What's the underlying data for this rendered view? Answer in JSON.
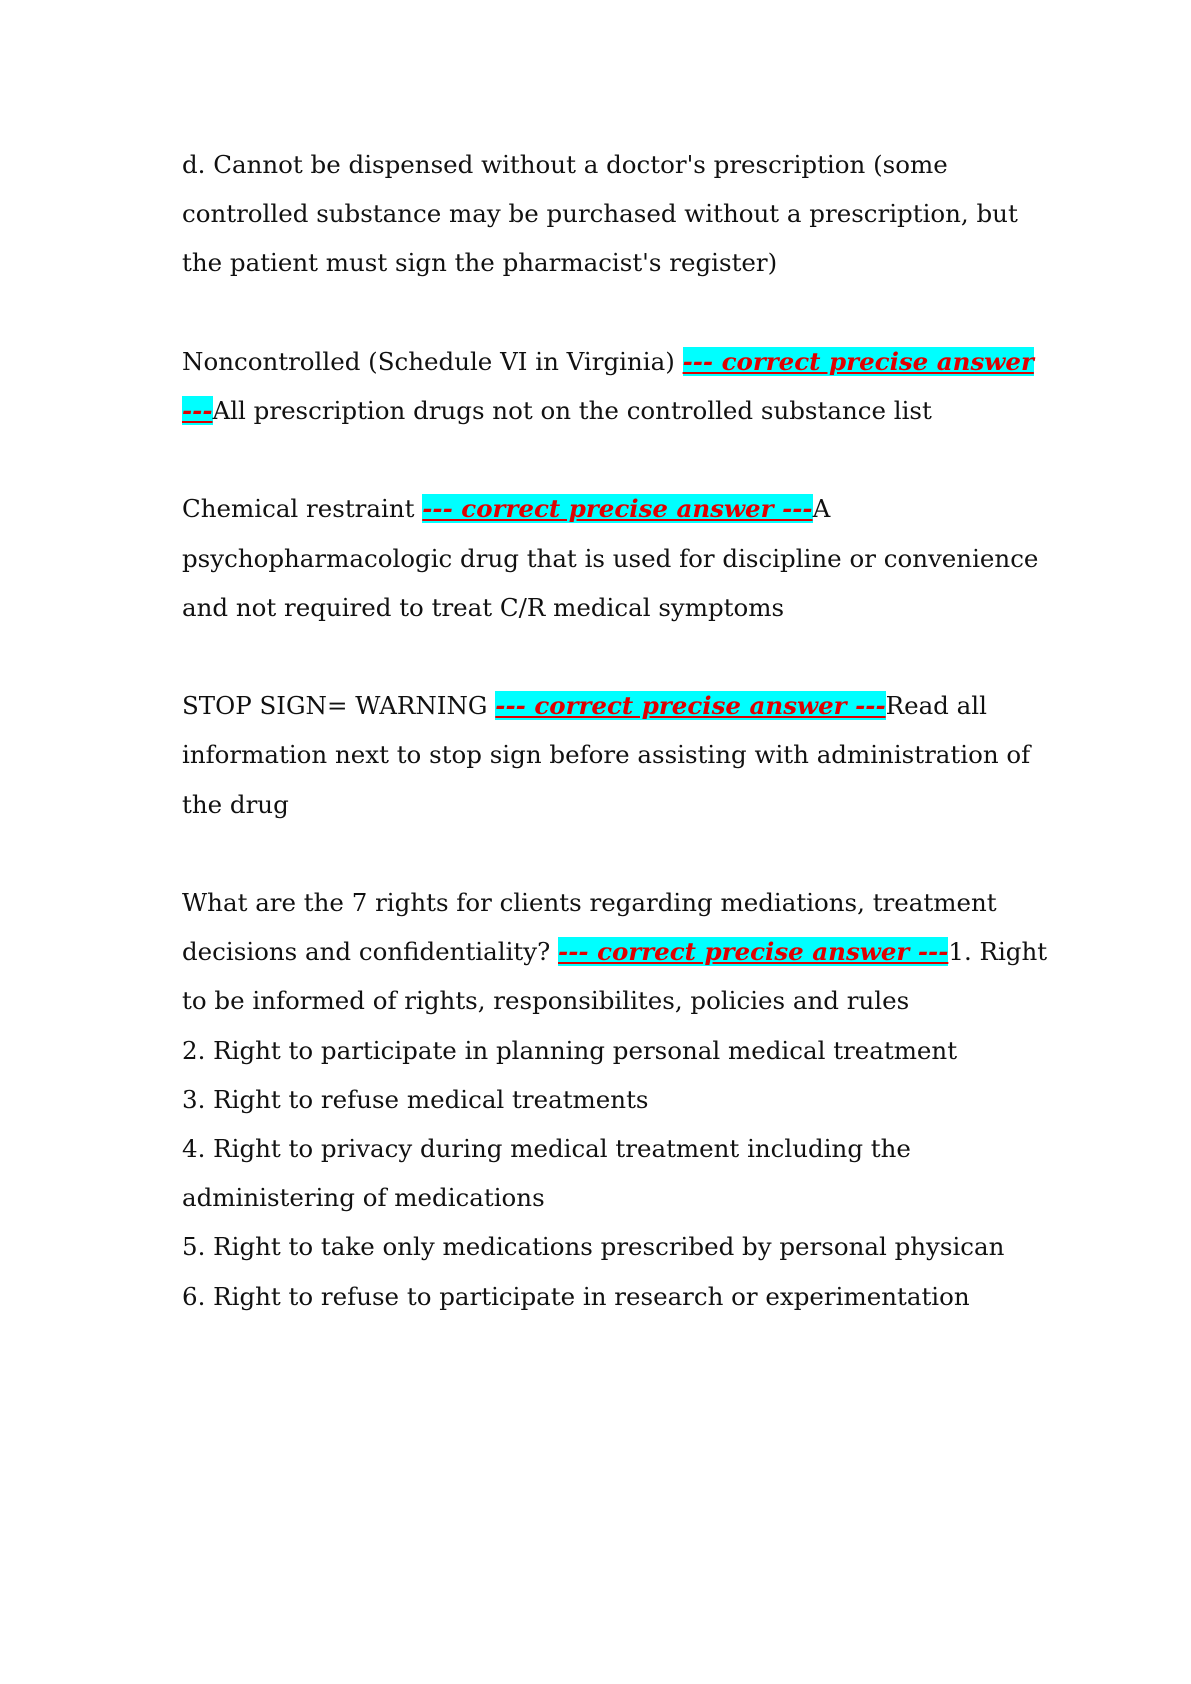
{
  "blocks": [
    {
      "question": "",
      "answer_marker": "",
      "answer": "d. Cannot be dispensed without a doctor's prescription (some controlled substance may be purchased without a prescription, but the patient must sign the pharmacist's register)"
    },
    {
      "question": "Noncontrolled (Schedule VI in Virginia) ",
      "answer_marker": "--- correct precise answer ---",
      "answer": "All prescription drugs not on the controlled substance list"
    },
    {
      "question": "Chemical restraint ",
      "answer_marker": "--- correct precise answer ---",
      "answer": "A psychopharmacologic drug that is used for discipline or convenience and not required to treat C/R medical symptoms"
    },
    {
      "question": "STOP SIGN= WARNING ",
      "answer_marker": "--- correct precise answer ---",
      "answer": "Read all information next to stop sign before assisting with administration of the drug"
    },
    {
      "question": "What are the 7 rights for clients regarding mediations, treatment decisions and confidentiality? ",
      "answer_marker": "--- correct precise answer ---",
      "answer": "1. Right to be informed of rights, responsibilites, policies and rules",
      "list": [
        "2. Right to participate in planning personal medical treatment",
        "3. Right to refuse medical treatments",
        "4. Right to privacy during medical treatment including the administering of medications",
        "5. Right to take only medications prescribed by personal physican",
        "6. Right to refuse to participate in research or experimentation"
      ]
    }
  ]
}
